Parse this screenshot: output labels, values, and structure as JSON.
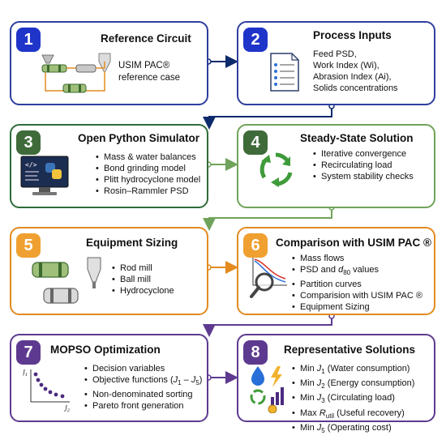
{
  "colors": {
    "blue": "#2f3f9e",
    "darkblue": "#0d2a6b",
    "green": "#2f6b3a",
    "greenborder": "#6fa35a",
    "orange": "#e38b1f",
    "purple": "#5d3a8f"
  },
  "cards": {
    "c1": {
      "num": "1",
      "title": "Reference Circuit",
      "lines": [
        "USIM PAC®",
        "reference case"
      ]
    },
    "c2": {
      "num": "2",
      "title": "Process Inputs",
      "lines": [
        "Feed PSD,",
        "Work Index (Wi),",
        "Abrasion Index (Ai),",
        "Solids concentrations"
      ]
    },
    "c3": {
      "num": "3",
      "title": "Open Python Simulator",
      "items": [
        "Mass & water balances",
        "Bond grinding model",
        "Plitt hydrocyclone model",
        "Rosin–Rammler PSD"
      ]
    },
    "c4": {
      "num": "4",
      "title": "Steady-State Solution",
      "items": [
        "Iterative convergence",
        "Recirculating load",
        "System stability checks"
      ]
    },
    "c5": {
      "num": "5",
      "title": "Equipment Sizing",
      "items": [
        "Rod mill",
        "Ball mill",
        "Hydrocyclone"
      ]
    },
    "c6": {
      "num": "6",
      "title": "Comparison with USIM PAC ®",
      "items": [
        "Mass flows",
        "PSD and d80 values",
        "Partition curves",
        "Comparision with USIM PAC ®",
        "Equipment Sizing"
      ]
    },
    "c7": {
      "num": "7",
      "title": "MOPSO Optimization",
      "items": [
        "Decision variables",
        "Objective functions (J1 – J5)",
        "Non-denominated sorting",
        "Pareto front generation"
      ],
      "axis_y": "J1",
      "axis_x": "J2"
    },
    "c8": {
      "num": "8",
      "title": "Representative Solutions",
      "items": [
        "Min J1 (Water consumption)",
        "Min J2 (Energy consumption)",
        "Min J3 (Circulating load)",
        "Max Rutil (Useful recovery)",
        "Min J5 (Operating cost)"
      ]
    }
  }
}
